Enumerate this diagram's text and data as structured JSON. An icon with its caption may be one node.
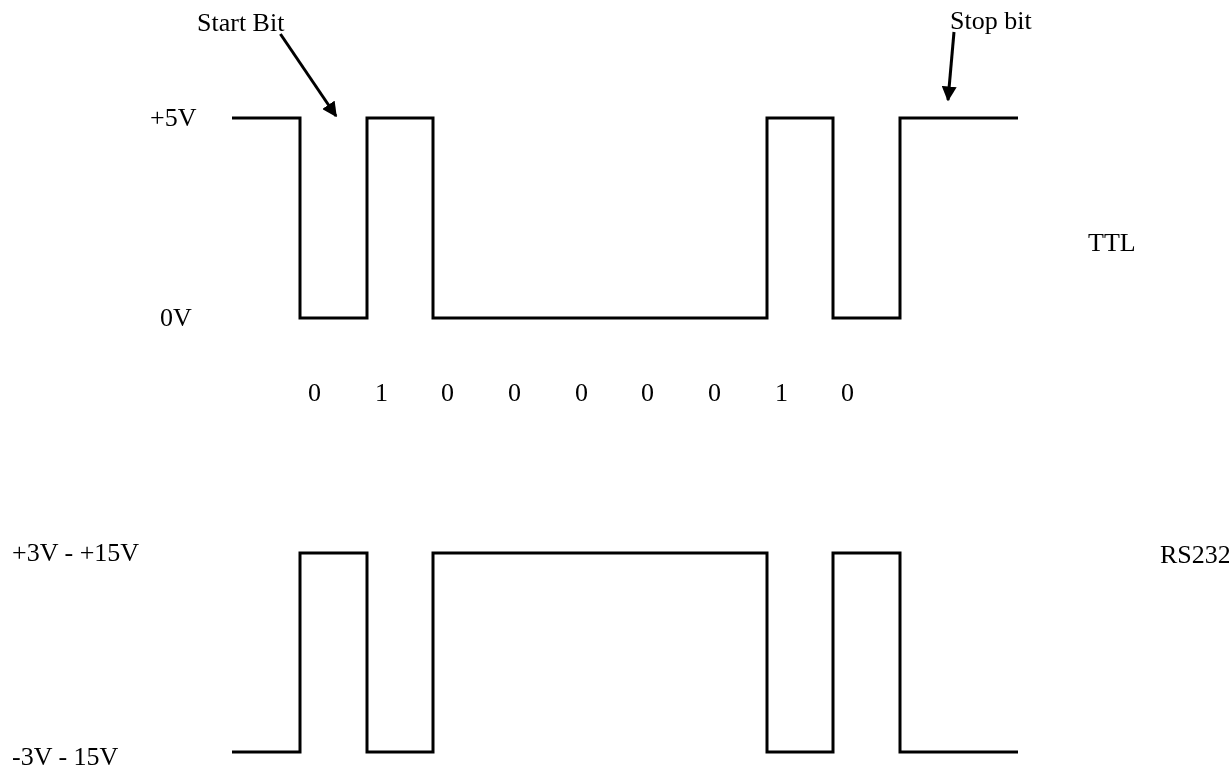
{
  "diagram": {
    "nodes": [
      {
        "text": [
          "Start Bit"
        ]
      },
      {
        "text": [
          "Stop bit"
        ]
      }
    ],
    "edges": [
      {
        "from": 0,
        "to": null,
        "arrow": "to"
      },
      {
        "from": 1,
        "to": null,
        "arrow": "to"
      }
    ],
    "labels": [
      "+5V",
      "TTL",
      "0V",
      "0",
      "1",
      "0",
      "0",
      "0",
      "0",
      "0",
      "1",
      "0",
      "+3V - +15V",
      "RS232",
      "-3V - 15V"
    ]
  }
}
